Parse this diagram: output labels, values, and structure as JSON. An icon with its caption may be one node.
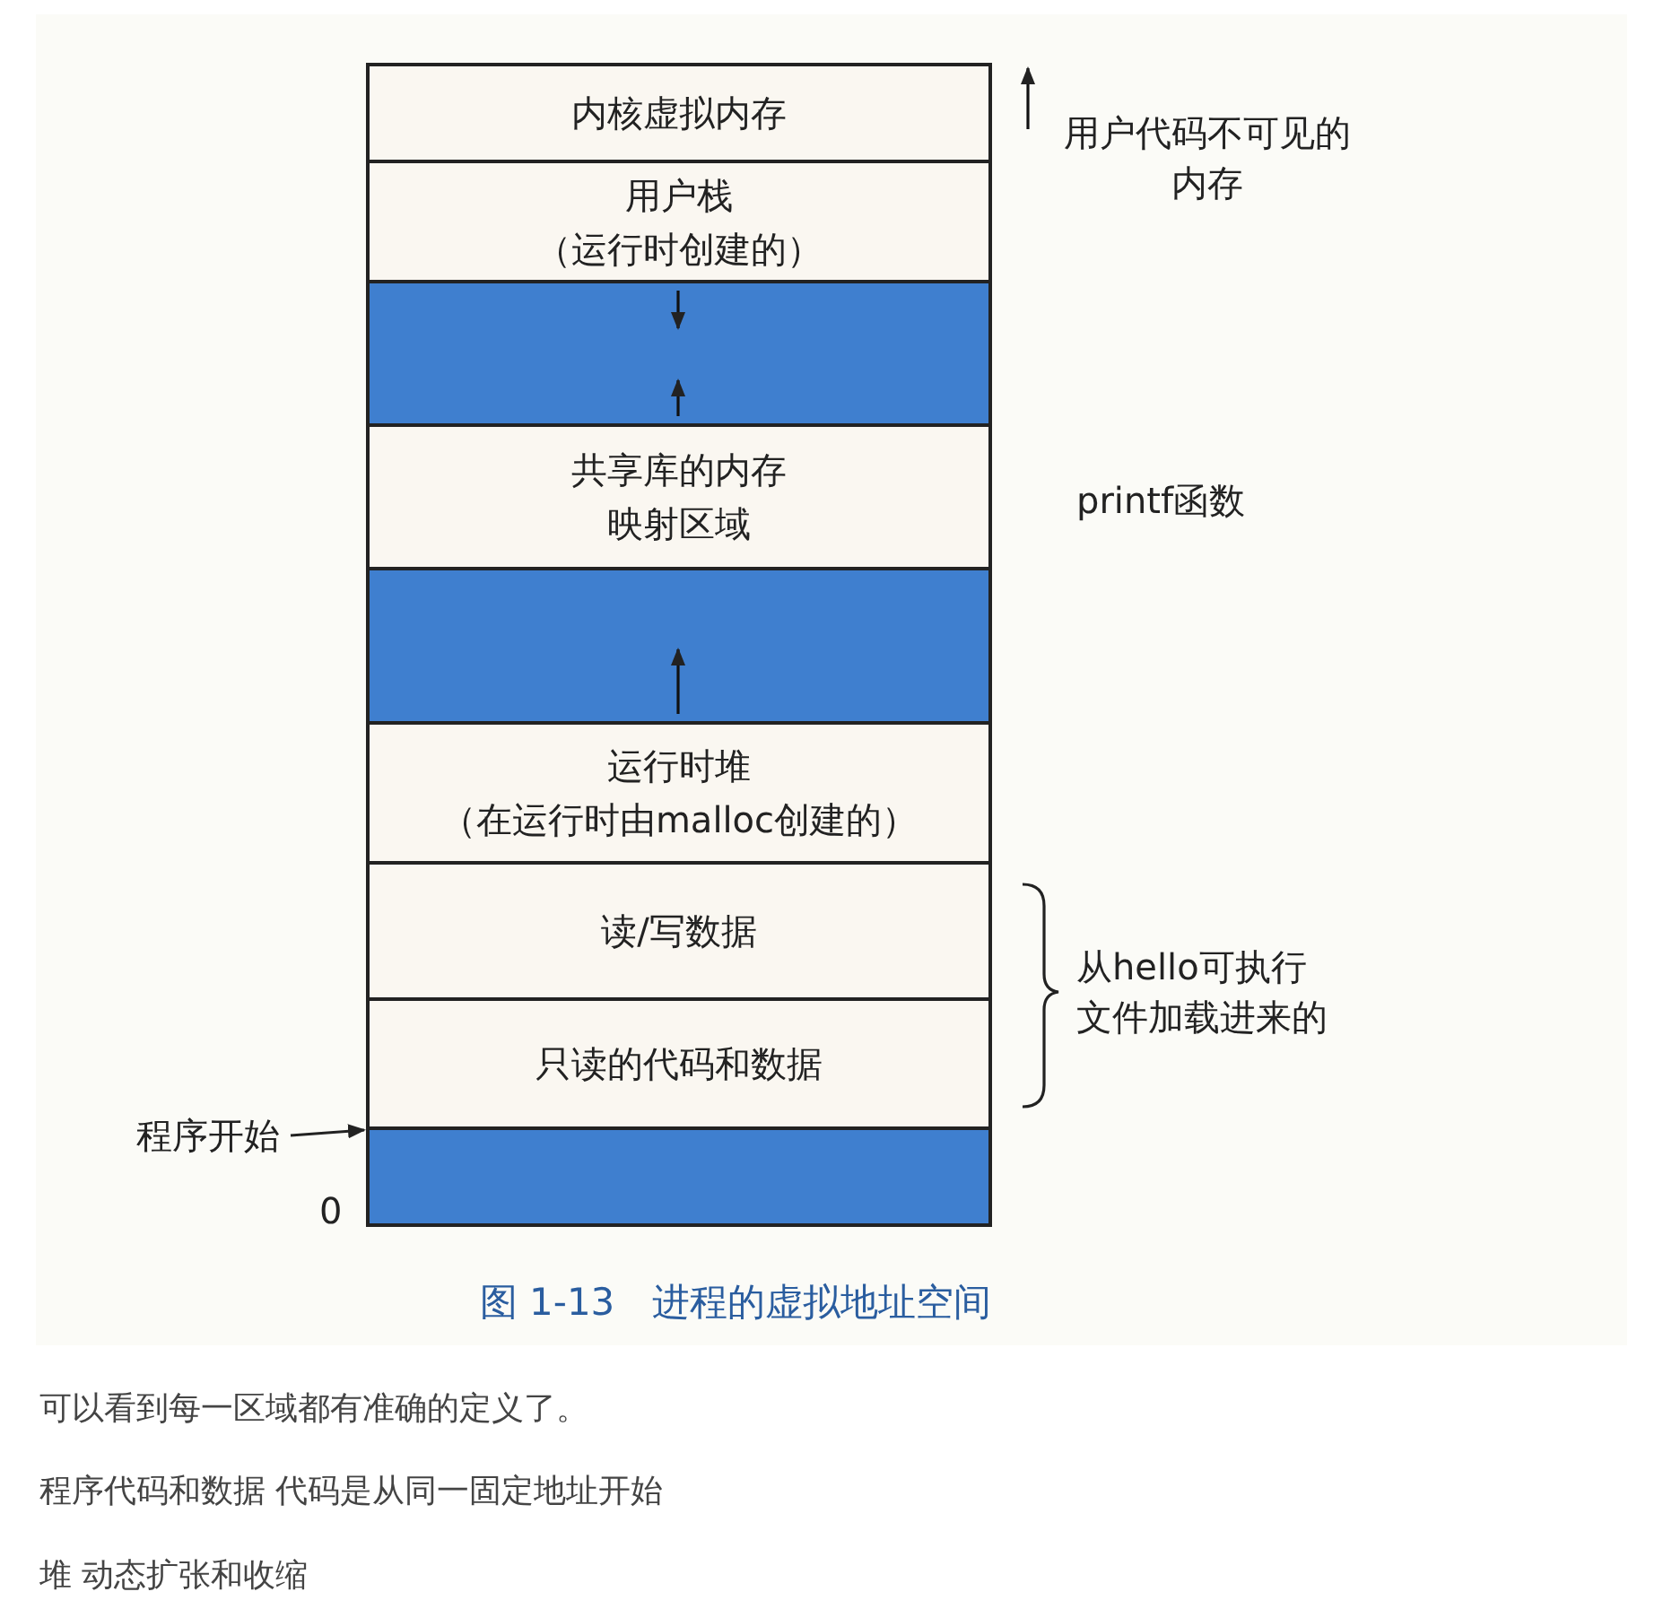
{
  "diagram": {
    "caption": "图 1-13　进程的虚拟地址空间",
    "nodes": [
      {
        "text": [
          "内核虚拟内存"
        ]
      },
      {
        "text": [
          "用户栈",
          "（运行时创建的）"
        ]
      },
      {
        "text": [],
        "shape": "bar"
      },
      {
        "text": [
          "共享库的内存映射区域"
        ]
      },
      {
        "text": [],
        "shape": "bar"
      },
      {
        "text": [
          "运行时堆",
          "（在运行时由malloc创建的）"
        ]
      },
      {
        "text": [
          "读/写数据"
        ]
      },
      {
        "text": [
          "只读的代码和数据"
        ]
      },
      {
        "text": [],
        "shape": "bar"
      },
      {
        "text": [
          "程序开始"
        ]
      }
    ],
    "edges": [
      {
        "from": 9,
        "to": 8,
        "arrow": "to"
      }
    ],
    "labels": [
      "用户代码不可见的内存",
      "printf函数",
      "从hello可执行文件加载进来的",
      "0",
      "可以看到每一区域都有准确的定义了。",
      "程序代码和数据 代码是从同一固定地址开始",
      "堆 动态扩张和收缩"
    ]
  }
}
